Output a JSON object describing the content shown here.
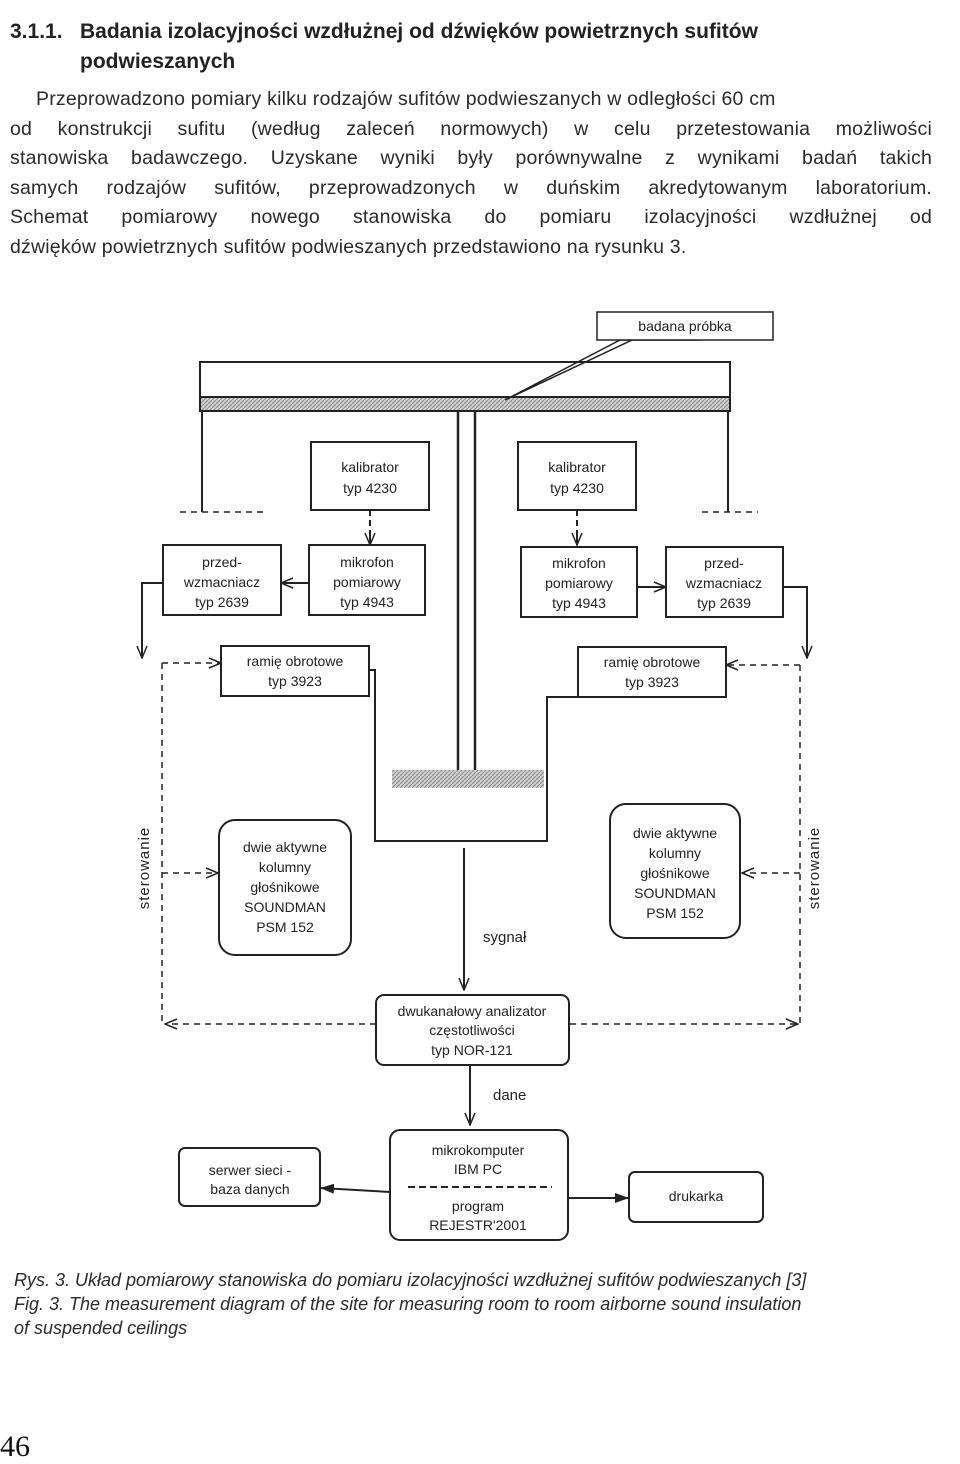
{
  "section": {
    "number": "3.1.1.",
    "title_line1": "Badania izolacyjności wzdłużnej od dźwięków powietrznych sufitów",
    "title_line2": "podwieszanych"
  },
  "paragraph": [
    "Przeprowadzono pomiary kilku rodzajów sufitów podwieszanych w odległości 60 cm",
    "od konstrukcji sufitu (według zaleceń normowych) w celu przetestowania możliwości",
    "stanowiska badawczego. Uzyskane wyniki były porównywalne z wynikami badań takich",
    "samych rodzajów sufitów, przeprowadzonych w duńskim akredytowanym laboratorium.",
    "Schemat pomiarowy nowego stanowiska do pomiaru izolacyjności wzdłużnej od",
    "dźwięków powietrznych sufitów podwieszanych przedstawiono na rysunku 3."
  ],
  "diagram": {
    "sample_label": "badana próbka",
    "calibrator_left": [
      "kalibrator",
      "typ 4230"
    ],
    "calibrator_right": [
      "kalibrator",
      "typ 4230"
    ],
    "preamp_left": [
      "przed-",
      "wzmacniacz",
      "typ 2639"
    ],
    "preamp_right": [
      "przed-",
      "wzmacniacz",
      "typ 2639"
    ],
    "mic_left": [
      "mikrofon",
      "pomiarowy",
      "typ 4943"
    ],
    "mic_right": [
      "mikrofon",
      "pomiarowy",
      "typ 4943"
    ],
    "boom_left": [
      "ramię obrotowe",
      "typ 3923"
    ],
    "boom_right": [
      "ramię obrotowe",
      "typ 3923"
    ],
    "speakers_left": [
      "dwie aktywne",
      "kolumny",
      "głośnikowe",
      "SOUNDMAN",
      "PSM 152"
    ],
    "speakers_right": [
      "dwie aktywne",
      "kolumny",
      "głośnikowe",
      "SOUNDMAN",
      "PSM 152"
    ],
    "control_left": "sterowanie",
    "control_right": "sterowanie",
    "signal": "sygnał",
    "analyzer": [
      "dwukanałowy analizator",
      "częstotliwości",
      "typ NOR-121"
    ],
    "data": "dane",
    "computer": [
      "mikrokomputer",
      "IBM PC"
    ],
    "program": [
      "program",
      "REJESTR'2001"
    ],
    "server": [
      "serwer sieci -",
      "baza danych"
    ],
    "printer": "drukarka"
  },
  "caption": {
    "pl": "Rys. 3. Układ pomiarowy stanowiska do pomiaru izolacyjności wzdłużnej sufitów podwieszanych [3]",
    "en_line1": "Fig. 3. The measurement diagram of the site for measuring room to room airborne sound insulation",
    "en_line2": "of suspended ceilings"
  },
  "page_number": "46"
}
